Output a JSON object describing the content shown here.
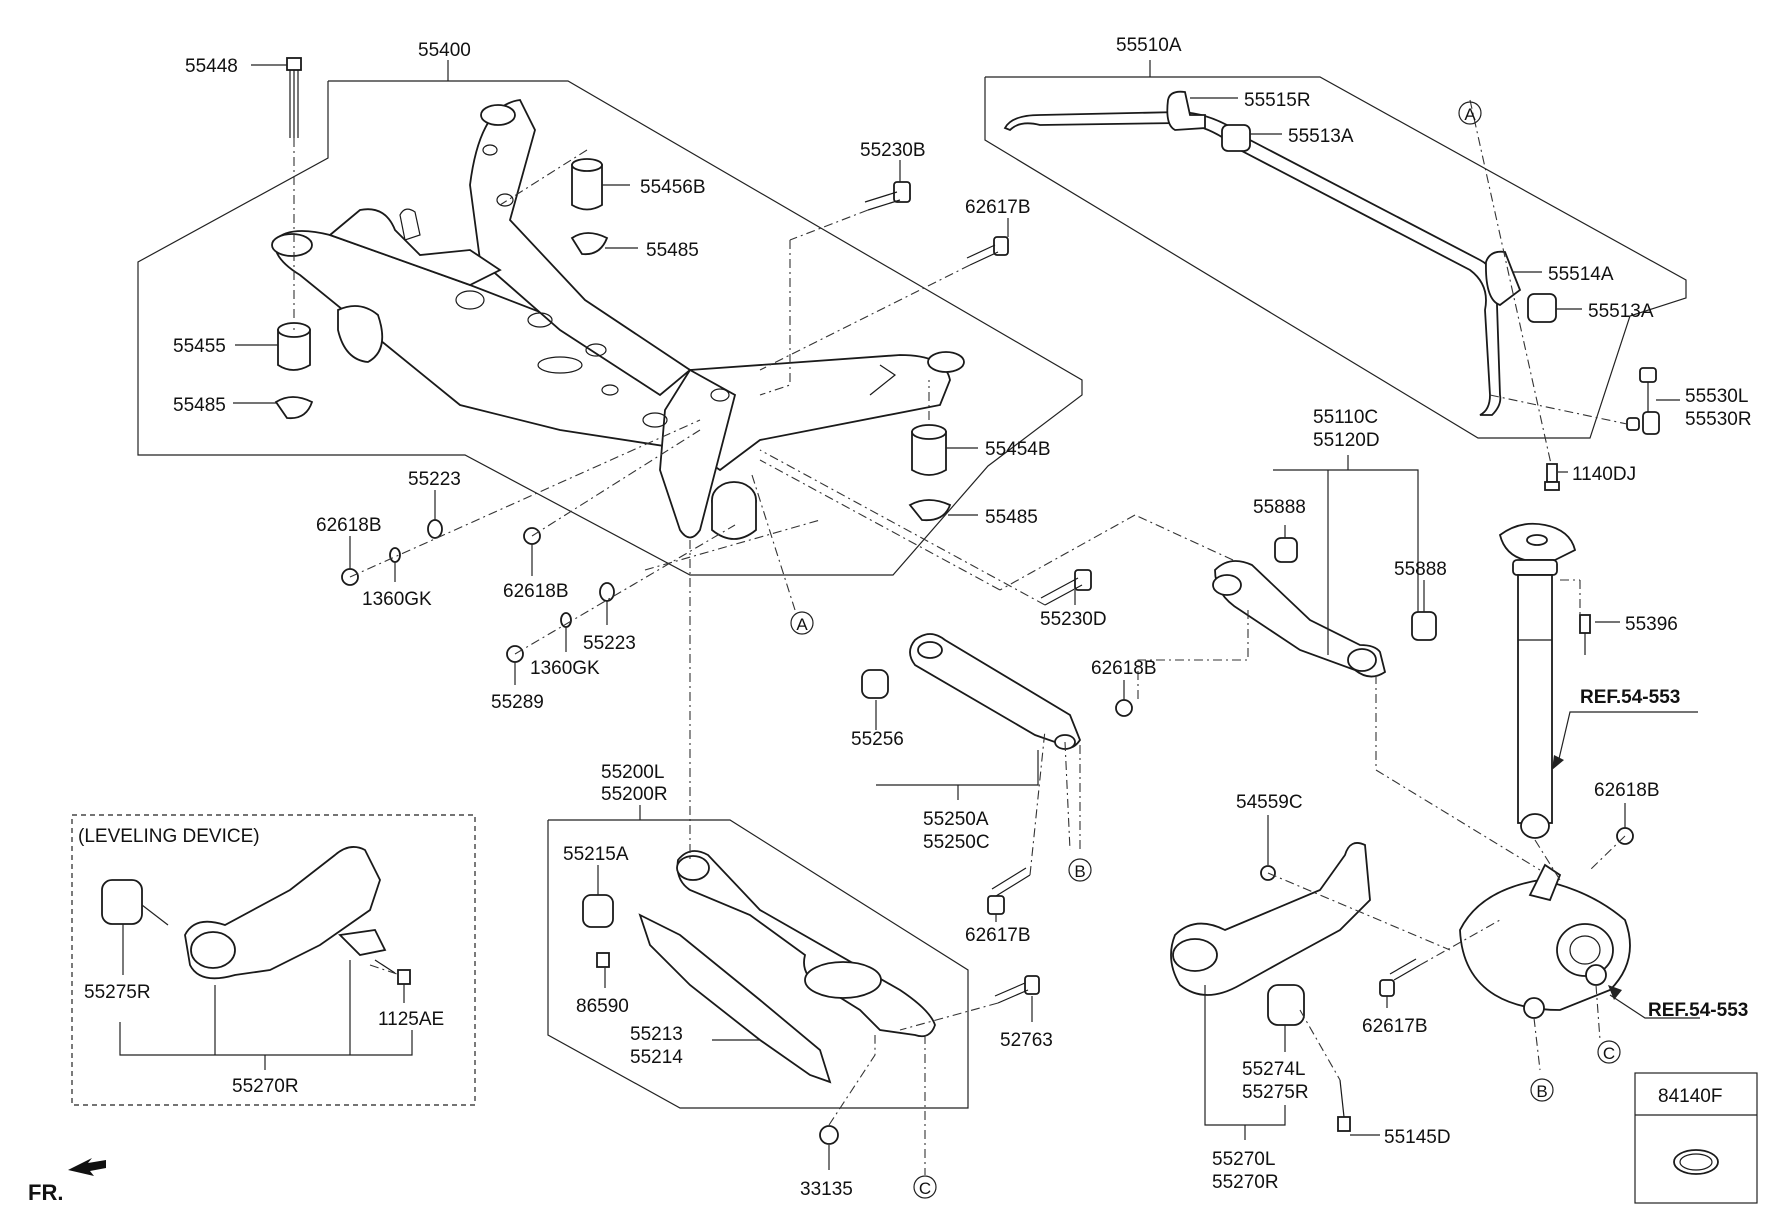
{
  "labels": {
    "l55448": "55448",
    "l55400": "55400",
    "l55456B": "55456B",
    "l55485a": "55485",
    "l55455": "55455",
    "l55485b": "55485",
    "l55454B": "55454B",
    "l55485c": "55485",
    "l55230B": "55230B",
    "l62617Ba": "62617B",
    "l55510A": "55510A",
    "l55515R": "55515R",
    "l55513Aa": "55513A",
    "l55514A": "55514A",
    "l55513Ab": "55513A",
    "l55530L": "55530L",
    "l55530R": "55530R",
    "l1140DJ": "1140DJ",
    "l55223a": "55223",
    "l62618Ba": "62618B",
    "l1360GKa": "1360GK",
    "l62618Bb": "62618B",
    "l55223b": "55223",
    "l1360GKb": "1360GK",
    "l55289": "55289",
    "l55110C": "55110C",
    "l55120D": "55120D",
    "l55888a": "55888",
    "l55888b": "55888",
    "l55230D": "55230D",
    "l62618Bc": "62618B",
    "l55396": "55396",
    "lREF1": "REF.54-553",
    "l55256": "55256",
    "l55250A": "55250A",
    "l55250C": "55250C",
    "l55200L": "55200L",
    "l55200R": "55200R",
    "l55215A": "55215A",
    "l86590": "86590",
    "l55213": "55213",
    "l55214": "55214",
    "l52763": "52763",
    "l33135": "33135",
    "l62617Bb": "62617B",
    "l54559C": "54559C",
    "l62618Bd": "62618B",
    "l62617Bc": "62617B",
    "lREF2": "REF.54-553",
    "l55274L": "55274L",
    "l55275Ra": "55275R",
    "l55145D": "55145D",
    "l55270L": "55270L",
    "l55270Ra": "55270R",
    "l84140F": "84140F",
    "lLeveling": "(LEVELING DEVICE)",
    "l55275Rb": "55275R",
    "l1125AE": "1125AE",
    "l55270Rb": "55270R",
    "lFR": "FR.",
    "cA1": "A",
    "cA2": "A",
    "cB1": "B",
    "cB2": "B",
    "cC1": "C",
    "cC2": "C"
  }
}
